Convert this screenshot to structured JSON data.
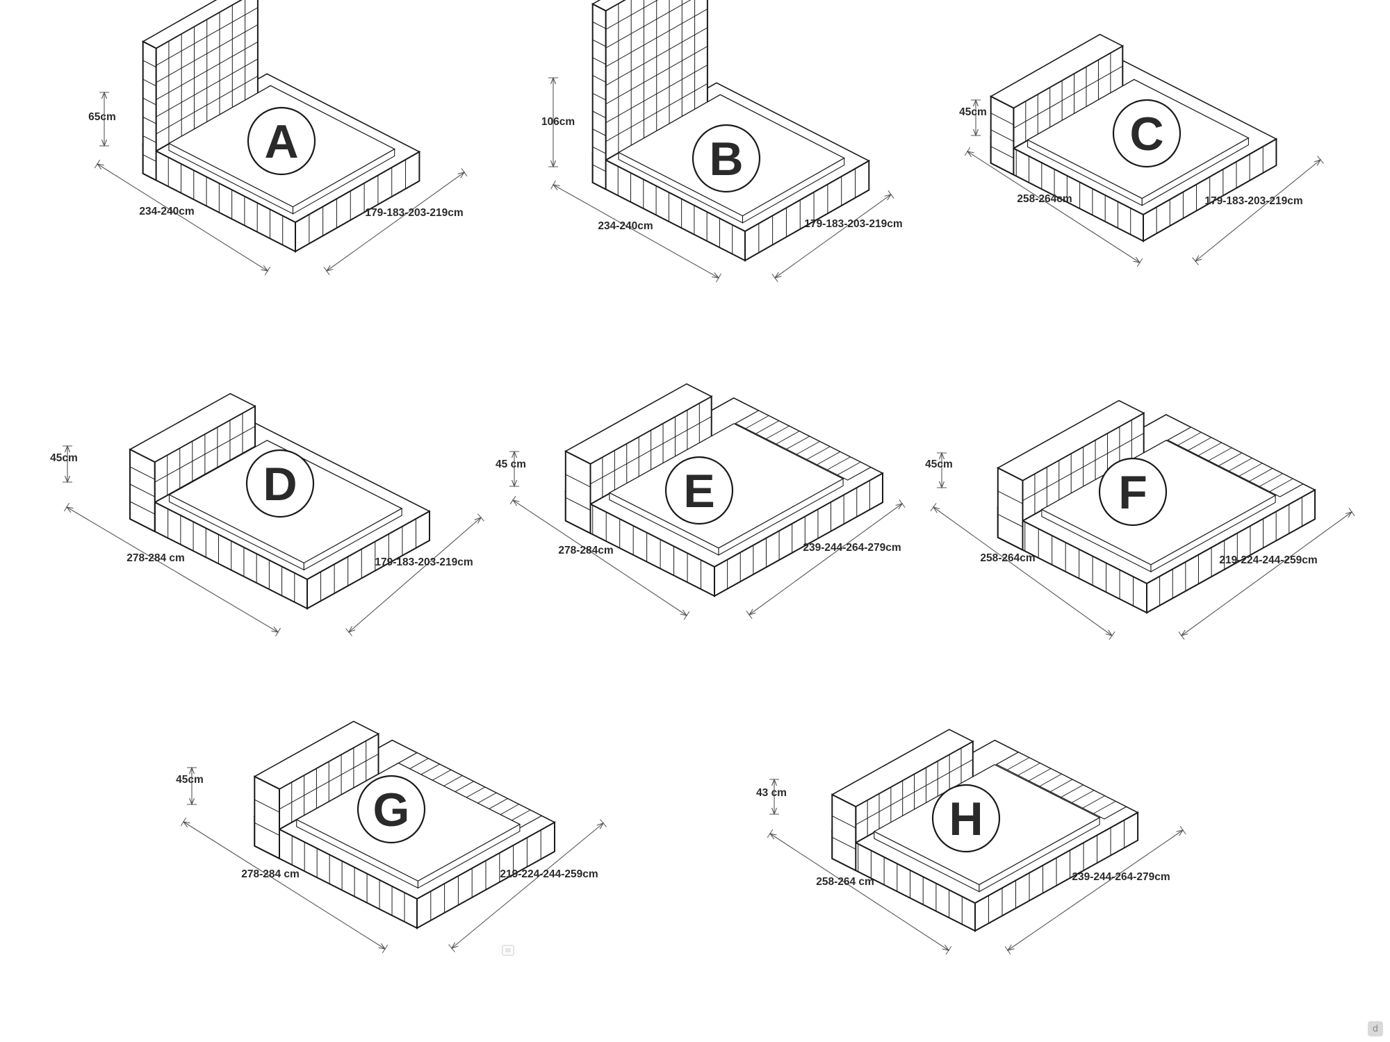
{
  "beds": [
    {
      "letter": "A",
      "height": "65cm",
      "length": "234-240cm",
      "width": "179-183-203-219cm"
    },
    {
      "letter": "B",
      "height": "106cm",
      "length": "234-240cm",
      "width": "179-183-203-219cm"
    },
    {
      "letter": "C",
      "height": "45cm",
      "length": "258-264cm",
      "width": "179-183-203-219cm"
    },
    {
      "letter": "D",
      "height": "45cm",
      "length": "278-284 cm",
      "width": "179-183-203-219cm"
    },
    {
      "letter": "E",
      "height": "45 cm",
      "length": "278-284cm",
      "width": "239-244-264-279cm"
    },
    {
      "letter": "F",
      "height": "45cm",
      "length": "258-264cm",
      "width": "219-224-244-259cm"
    },
    {
      "letter": "G",
      "height": "45cm",
      "length": "278-284 cm",
      "width": "219-224-244-259cm"
    },
    {
      "letter": "H",
      "height": "43 cm",
      "length": "258-264 cm",
      "width": "239-244-264-279cm"
    }
  ],
  "icons": {
    "watermark": "image-placeholder-icon",
    "corner": "site-logo-icon"
  },
  "corner_mark": "d",
  "colors": {
    "line": "#1a1a1a",
    "guide": "#555555",
    "background": "#ffffff"
  }
}
